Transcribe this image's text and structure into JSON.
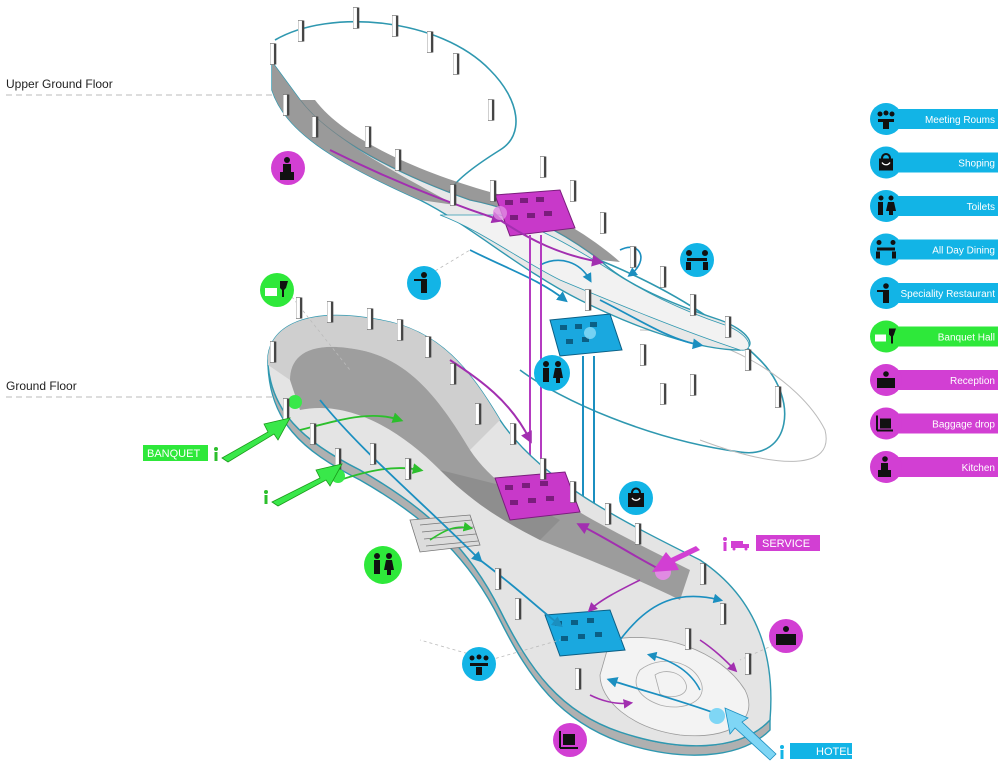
{
  "floor_labels": {
    "upper": "Upper Ground Floor",
    "ground": "Ground Floor"
  },
  "legend": [
    {
      "label": "Meeting Roums",
      "icon": "meeting-rooms-icon",
      "category": "cyan"
    },
    {
      "label": "Shoping",
      "icon": "shopping-bag-icon",
      "category": "cyan"
    },
    {
      "label": "Toilets",
      "icon": "toilets-icon",
      "category": "cyan"
    },
    {
      "label": "All Day Dining",
      "icon": "dining-icon",
      "category": "cyan"
    },
    {
      "label": "Speciality Restaurant",
      "icon": "waiter-icon",
      "category": "cyan"
    },
    {
      "label": "Banquet Hall",
      "icon": "banquet-icon",
      "category": "green"
    },
    {
      "label": "Reception",
      "icon": "reception-icon",
      "category": "magenta"
    },
    {
      "label": "Baggage drop",
      "icon": "baggage-icon",
      "category": "magenta"
    },
    {
      "label": "Kitchen",
      "icon": "chef-icon",
      "category": "magenta"
    }
  ],
  "entrances": {
    "banquet": "BANQUET",
    "service": "SERVICE",
    "hotel": "HOTEL"
  },
  "colors": {
    "cyan": "#12b4e6",
    "green": "#2ee83a",
    "magenta": "#d23fd3",
    "floor_gray": "#c8c8c8",
    "floor_light": "#e6e6e6",
    "wall": "#8c8c8c",
    "outline": "#2f98b0"
  }
}
